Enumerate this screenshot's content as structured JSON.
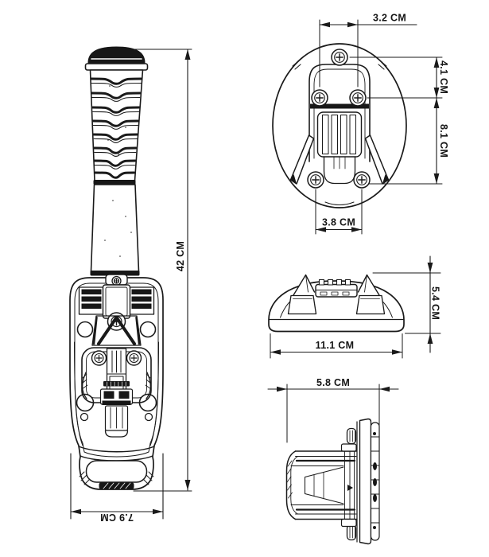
{
  "diagram": {
    "unit": "CM",
    "colors": {
      "ink": "#1a1a1a",
      "paper": "#ffffff"
    },
    "icons": {
      "screws": "phillips-screw-icon",
      "brand_logo": "illegible-brand-logo"
    },
    "views": {
      "front": {
        "dim_height": "42 CM",
        "dim_width": "7.9 CM"
      },
      "mount_plate_back": {
        "dim_top_screw_spacing": "3.2 CM",
        "dim_top_to_mid": "4.1 CM",
        "dim_mid_to_bottom": "8.1 CM",
        "dim_bottom_screw_spacing": "3.8 CM"
      },
      "base_front": {
        "dim_width": "11.1 CM",
        "dim_height": "5.4 CM"
      },
      "side_profile": {
        "dim_depth": "5.8 CM"
      }
    }
  }
}
